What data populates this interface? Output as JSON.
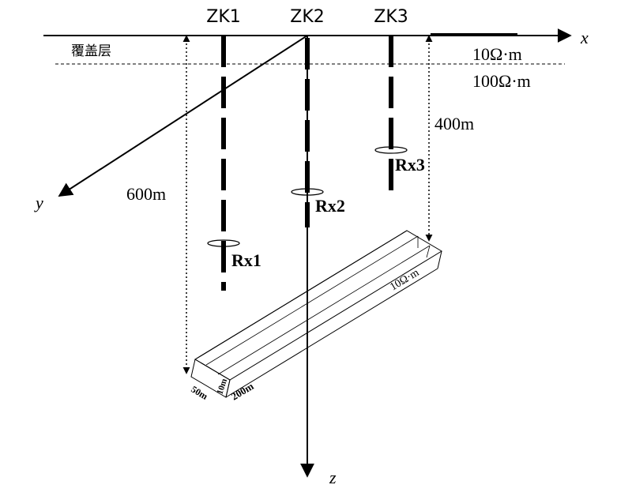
{
  "axes": {
    "x": "x",
    "y": "y",
    "z": "z"
  },
  "boreholes": [
    {
      "name": "ZK1",
      "receiver": "Rx1"
    },
    {
      "name": "ZK2",
      "receiver": "Rx2"
    },
    {
      "name": "ZK3",
      "receiver": "Rx3"
    }
  ],
  "layers": {
    "cover_label": "覆盖层",
    "cover_resistivity": "10Ω·m",
    "host_resistivity": "100Ω·m"
  },
  "depths": {
    "body_left": "600m",
    "body_right": "400m"
  },
  "body": {
    "resistivity": "10Ω·m",
    "length": "200m",
    "width": "50m",
    "height": "10m"
  },
  "colors": {
    "line": "#000000",
    "background": "#ffffff"
  }
}
